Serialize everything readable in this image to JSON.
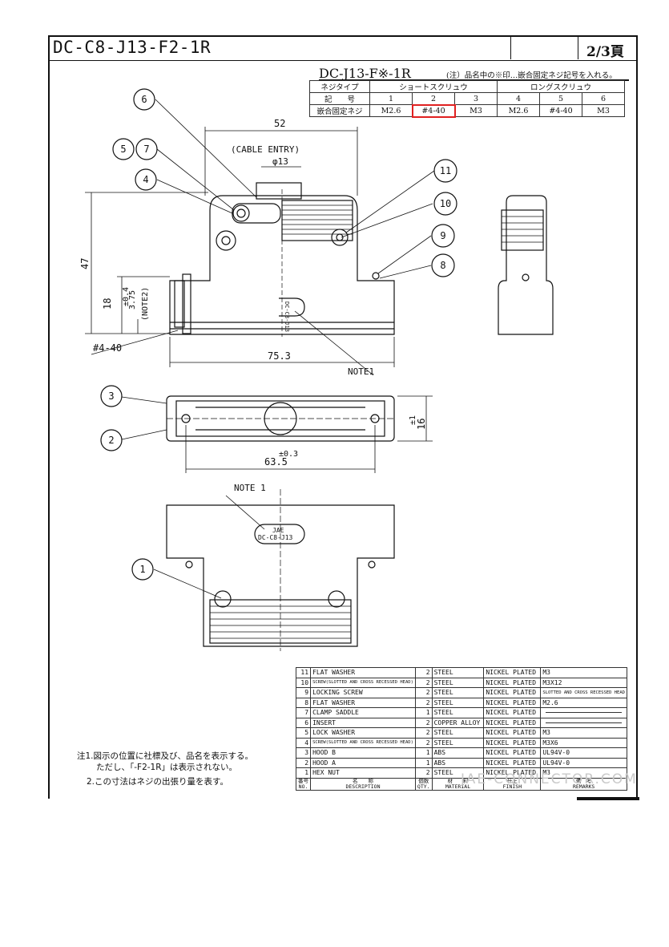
{
  "header": {
    "drawing_title": "DC-C8-J13-F2-1R",
    "page": "2/3頁"
  },
  "variant_table": {
    "title": "DC-J13-F※-1R",
    "note": "(注）品名中の※印…嵌合固定ネジ記号を入れる。",
    "screw_type_label": "ネジタイプ",
    "short_screw": "ショートスクリュウ",
    "long_screw": "ロングスクリュウ",
    "code_label": "記　　号",
    "codes": [
      "1",
      "2",
      "3",
      "4",
      "5",
      "6"
    ],
    "screw_label": "嵌合固定ネジ",
    "screws": [
      "M2.6",
      "#4-40",
      "M3",
      "M2.6",
      "#4-40",
      "M3"
    ]
  },
  "dimensions": {
    "width_52": "52",
    "cable_entry": "(CABLE ENTRY)",
    "phi13": "φ13",
    "height_47": "47",
    "height_18": "18",
    "tol_04": "±0.4",
    "dim_375": "3.75",
    "note2": "(NOTE2)",
    "thread": "#4-40",
    "width_753": "75.3",
    "note1": "NOTE1",
    "tol_1": "±1",
    "dim_16": "16",
    "tol_03": "±0.3",
    "width_635": "63.5",
    "note1b": "NOTE 1",
    "mark_jae": "JAE",
    "mark_part": "DC-C8-J13",
    "mark_side": "DC-C8-J13"
  },
  "balloons": [
    "1",
    "2",
    "3",
    "4",
    "5",
    "6",
    "7",
    "8",
    "9",
    "10",
    "11"
  ],
  "notes": {
    "n1a": "注1.図示の位置に社標及び、品名を表示する。",
    "n1b": "ただし、「-F2-1R」は表示されない。",
    "n2": "2.この寸法はネジの出張り量を表す。"
  },
  "parts_list": {
    "rows": [
      {
        "no": "11",
        "desc": "FLAT WASHER",
        "qty": "2",
        "material": "STEEL",
        "finish": "NICKEL PLATED",
        "remarks": "M3"
      },
      {
        "no": "10",
        "desc": "SCREW(SLOTTED AND CROSS RECESSED HEAD)",
        "qty": "2",
        "material": "STEEL",
        "finish": "NICKEL PLATED",
        "remarks": "M3X12"
      },
      {
        "no": "9",
        "desc": "LOCKING SCREW",
        "qty": "2",
        "material": "STEEL",
        "finish": "NICKEL PLATED",
        "remarks": "SLOTTED AND CROSS RECESSED HEAD"
      },
      {
        "no": "8",
        "desc": "FLAT WASHER",
        "qty": "2",
        "material": "STEEL",
        "finish": "NICKEL PLATED",
        "remarks": "M2.6"
      },
      {
        "no": "7",
        "desc": "CLAMP SADDLE",
        "qty": "1",
        "material": "STEEL",
        "finish": "NICKEL PLATED",
        "remarks": ""
      },
      {
        "no": "6",
        "desc": "INSERT",
        "qty": "2",
        "material": "COPPER ALLOY",
        "finish": "NICKEL PLATED",
        "remarks": ""
      },
      {
        "no": "5",
        "desc": "LOCK WASHER",
        "qty": "2",
        "material": "STEEL",
        "finish": "NICKEL PLATED",
        "remarks": "M3"
      },
      {
        "no": "4",
        "desc": "SCREW(SLOTTED AND CROSS RECESSED HEAD)",
        "qty": "2",
        "material": "STEEL",
        "finish": "NICKEL PLATED",
        "remarks": "M3X6"
      },
      {
        "no": "3",
        "desc": "HOOD B",
        "qty": "1",
        "material": "ABS",
        "finish": "NICKEL PLATED",
        "remarks": "UL94V-0"
      },
      {
        "no": "2",
        "desc": "HOOD A",
        "qty": "1",
        "material": "ABS",
        "finish": "NICKEL PLATED",
        "remarks": "UL94V-0"
      },
      {
        "no": "1",
        "desc": "HEX NUT",
        "qty": "2",
        "material": "STEEL",
        "finish": "NICKEL PLATED",
        "remarks": "M3"
      }
    ],
    "header": {
      "no_jp": "番号",
      "no": "NO.",
      "desc_jp": "名　　称",
      "desc": "DESCRIPTION",
      "qty_jp": "個数",
      "qty": "QTY.",
      "material_jp": "材　　料",
      "material": "MATERIAL",
      "finish_jp": "仕上",
      "finish": "FINISH",
      "remarks_jp": "備　考",
      "remarks": "REMARKS"
    }
  },
  "watermark": "JAE-CONNECTOR.COM"
}
